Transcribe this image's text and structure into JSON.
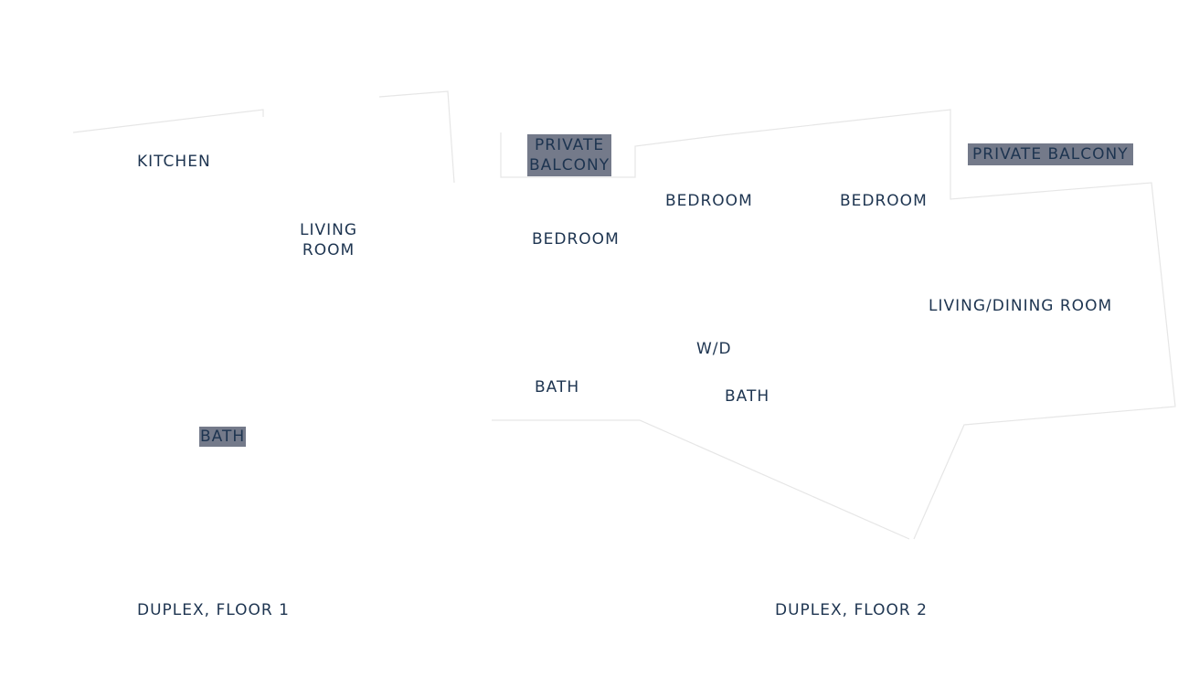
{
  "floor_1": {
    "title": "DUPLEX, FLOOR 1",
    "rooms": {
      "kitchen": "KITCHEN",
      "living_line1": "LIVING",
      "living_line2": "ROOM",
      "bath": "BATH"
    }
  },
  "floor_2": {
    "title": "DUPLEX, FLOOR 2",
    "rooms": {
      "balcony_left_line1": "PRIVATE",
      "balcony_left_line2": "BALCONY",
      "bedroom_left": "BEDROOM",
      "bedroom_mid": "BEDROOM",
      "bedroom_right": "BEDROOM",
      "balcony_right": "PRIVATE BALCONY",
      "living_dining": "LIVING/DINING ROOM",
      "wd": "W/D",
      "bath_left": "BATH",
      "bath_right": "BATH"
    }
  },
  "colors": {
    "label": "#1d3450",
    "highlight": "#747a8a",
    "wall": "#e6e6e6"
  }
}
